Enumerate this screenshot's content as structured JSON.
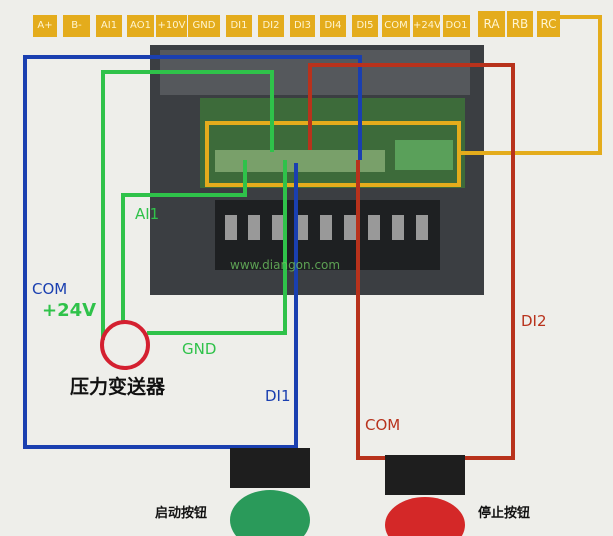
{
  "terminals": [
    "A+",
    "B-",
    "AI1",
    "AO1",
    "+10V",
    "GND",
    "DI1",
    "DI2",
    "DI3",
    "DI4",
    "DI5",
    "COM",
    "+24V",
    "DO1",
    "RA",
    "RB",
    "RC"
  ],
  "wire_labels": {
    "ai1": "AI1",
    "com_blue": "COM",
    "plus24v": "+24V",
    "gnd": "GND",
    "di1": "DI1",
    "com_red": "COM",
    "di2": "DI2"
  },
  "sensor_label": "压力变送器",
  "start_button_label": "启动按钮",
  "stop_button_label": "停止按钮",
  "watermark": "www.diangon.com",
  "colors": {
    "blue": "#1a3fb0",
    "green": "#2fc24a",
    "red": "#b8321c",
    "yellow": "#e4ac1c"
  }
}
